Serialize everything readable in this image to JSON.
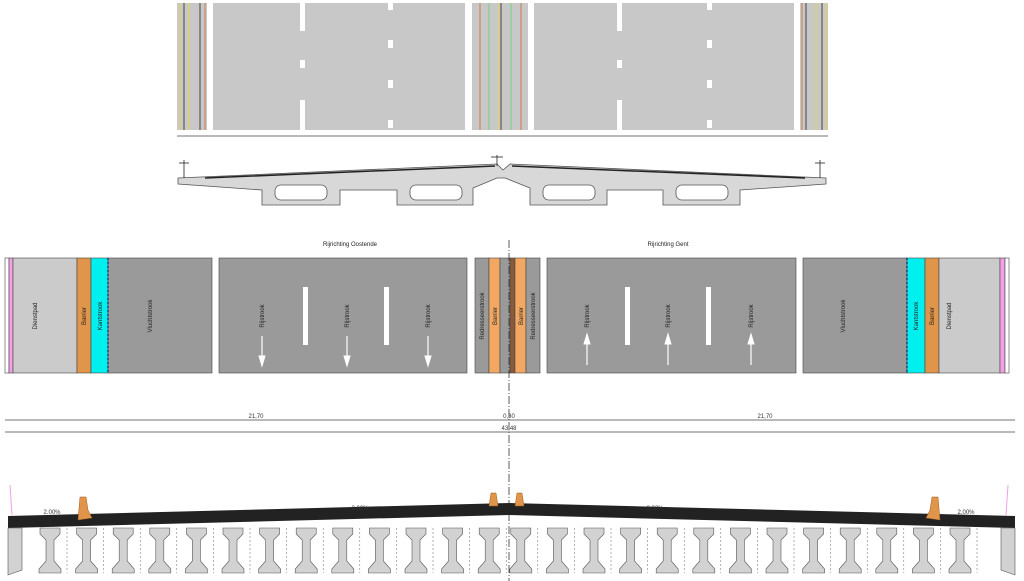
{
  "colors": {
    "road": "#9a9a9a",
    "plan_light": "#c8c8c8",
    "footpath": "#cbcbcb",
    "barrier": "#e0954a",
    "barrier_light": "#f2a862",
    "edge_strip": "#00f0f0",
    "pink": "#f4a0e6",
    "concrete": "#d2d2d2",
    "asphalt": "#222222"
  },
  "plan": {
    "direction_left": "Rijrichting Oostende",
    "direction_right": "Rijrichting Gent",
    "left": {
      "footpath": "Dienstpad",
      "barrier": "Barrier",
      "edge_strip": "Kantstrook",
      "emergency_lane": "Vluchtstrook",
      "lanes": [
        "Rijstrook",
        "Rijstrook",
        "Rijstrook"
      ],
      "recovery_strip": "Redresseerstrook",
      "median_barrier": "Barrier"
    },
    "right": {
      "median_barrier": "Barrier",
      "recovery_strip": "Redresseerstrook",
      "lanes": [
        "Rijstrook",
        "Rijstrook",
        "Rijstrook"
      ],
      "emergency_lane": "Vluchtstrook",
      "edge_strip": "Kantstrook",
      "barrier": "Barrier",
      "footpath": "Dienstpad"
    }
  },
  "dimensions": {
    "left_width": "21,70",
    "right_width": "21,70",
    "median": "0,30",
    "total": "43,48"
  },
  "section": {
    "slopes": [
      "2.00%",
      "2.00%",
      "2.00%",
      "2.00%"
    ],
    "girders_per_side": 13
  }
}
